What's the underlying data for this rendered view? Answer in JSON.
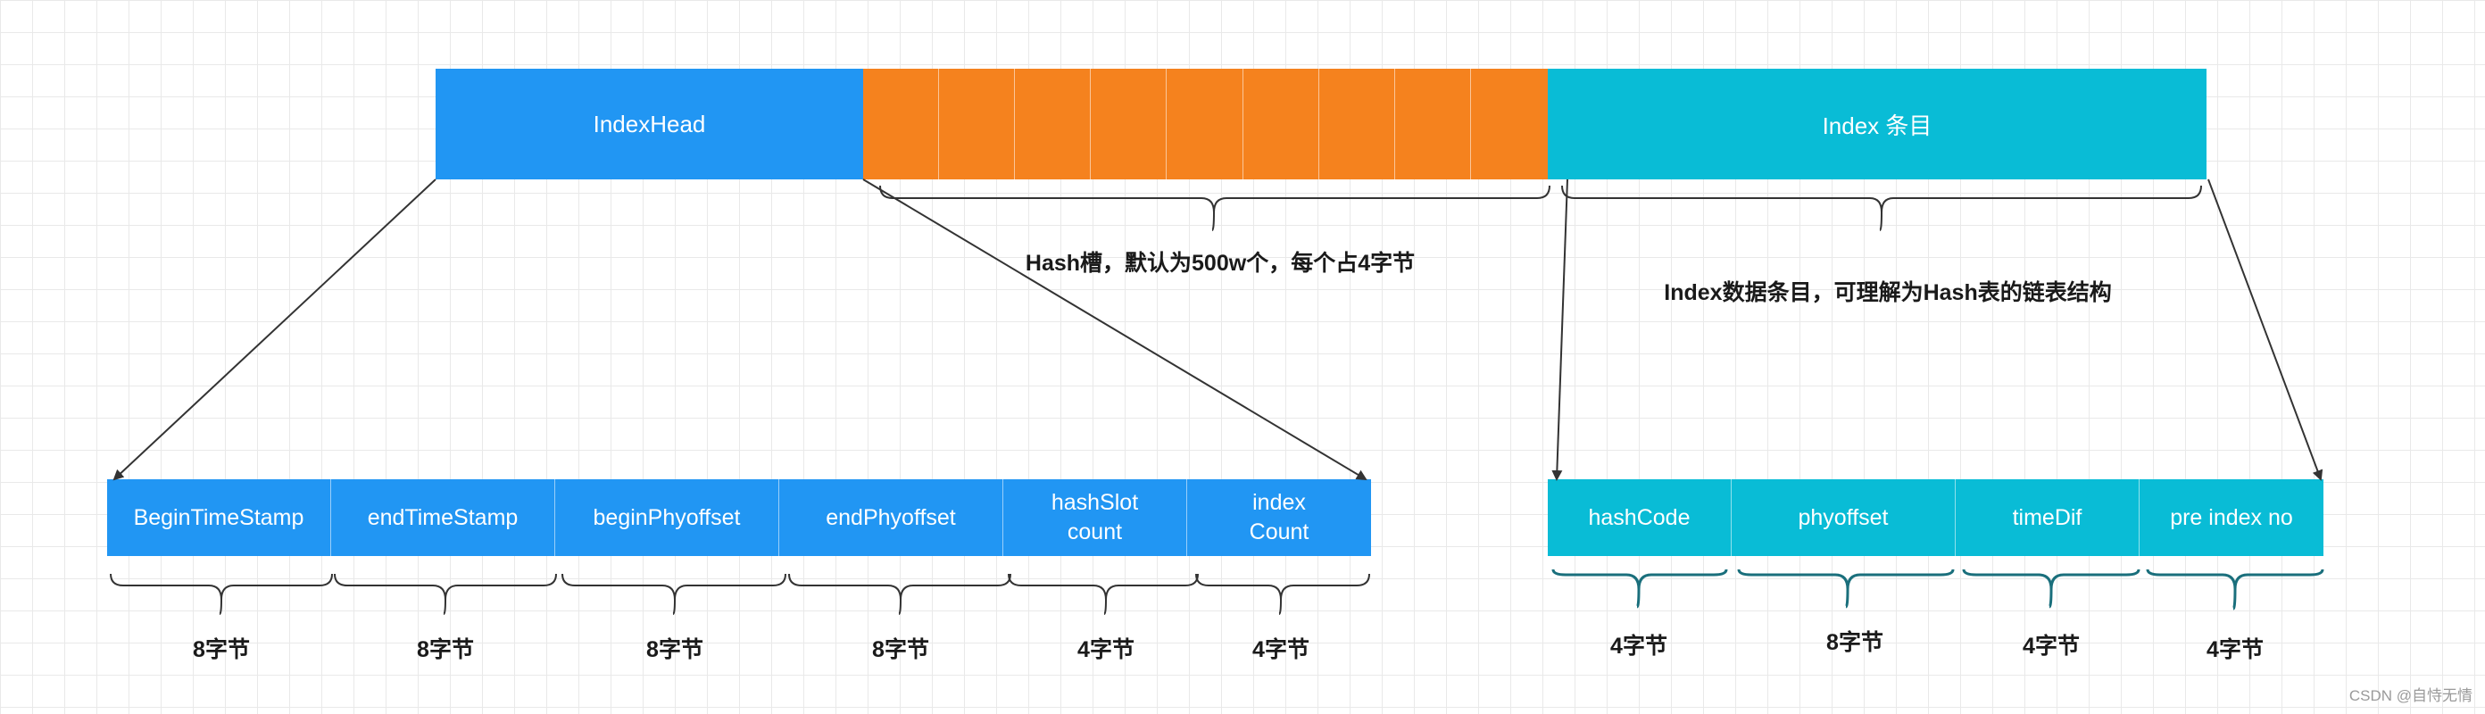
{
  "top": {
    "index_head_label": "IndexHead",
    "index_entries_label": "Index 条目"
  },
  "annotations": {
    "hash_slots": "Hash槽，默认为500w个，每个占4字节",
    "index_entries": "Index数据条目，可理解为Hash表的链表结构"
  },
  "index_head_fields": [
    {
      "name": "BeginTimeStamp",
      "size": "8字节"
    },
    {
      "name": "endTimeStamp",
      "size": "8字节"
    },
    {
      "name": "beginPhyoffset",
      "size": "8字节"
    },
    {
      "name": "endPhyoffset",
      "size": "8字节"
    },
    {
      "name_line1": "hashSlot",
      "name_line2": "count",
      "size": "4字节"
    },
    {
      "name_line1": "index",
      "name_line2": "Count",
      "size": "4字节"
    }
  ],
  "index_entry_fields": [
    {
      "name": "hashCode",
      "size": "4字节"
    },
    {
      "name": "phyoffset",
      "size": "8字节"
    },
    {
      "name": "timeDif",
      "size": "4字节"
    },
    {
      "name": "pre index no",
      "size": "4字节"
    }
  ],
  "colors": {
    "index_head": "#2196f3",
    "hash_slots": "#f5821e",
    "index_entries": "#09bcd6"
  },
  "watermark": "CSDN @自恃无情"
}
